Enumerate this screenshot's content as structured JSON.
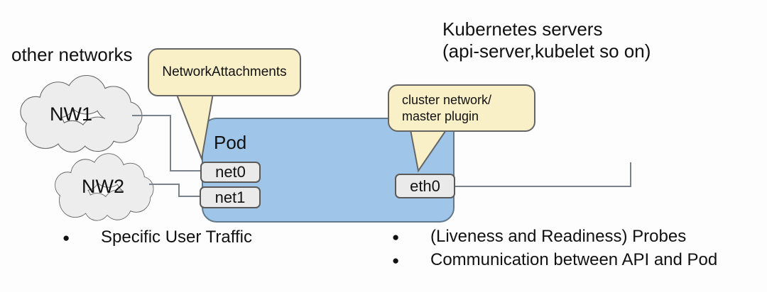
{
  "diagram": {
    "colors": {
      "background": "#fdfdfd",
      "pod_fill": "#9fc5e8",
      "pod_border": "#62788c",
      "bubble_fill": "#faf0c8",
      "bubble_border": "#666666",
      "box_fill": "#eaeaea",
      "box_border": "#595959",
      "cloud_fill": "#ededed",
      "cloud_border": "#666666",
      "line": "#7b828c",
      "text": "#111111"
    },
    "labels": {
      "other_networks": "other networks",
      "kubernetes_servers": "Kubernetes servers\n(api-server,kubelet so on)"
    },
    "clouds": [
      {
        "label": "NW1"
      },
      {
        "label": "NW2"
      }
    ],
    "pod": {
      "label": "Pod",
      "interfaces": [
        "net0",
        "net1",
        "eth0"
      ]
    },
    "callouts": [
      {
        "text": "NetworkAttachments"
      },
      {
        "text": "cluster network/\nmaster plugin"
      }
    ],
    "bullet_glyph": "●",
    "bullets_left": [
      "Specific User Traffic"
    ],
    "bullets_right": [
      "(Liveness and Readiness) Probes",
      "Communication between API and Pod"
    ]
  }
}
